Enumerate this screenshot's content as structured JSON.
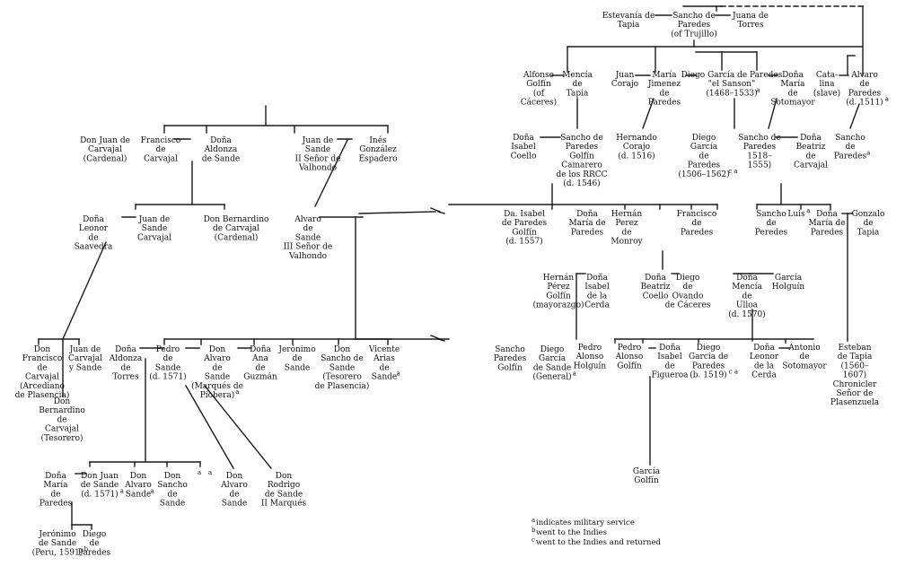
{
  "marker_legend": {
    "a": "indicates military service",
    "b": "went to the Indies",
    "c": "went to the Indies and returned"
  },
  "people": {
    "estevania": {
      "lines": [
        "Estevanía de",
        "Tapia"
      ]
    },
    "sancho_trujillo": {
      "lines": [
        "Sancho de",
        "Paredes",
        "(of Trujillo)"
      ]
    },
    "juana_torres": {
      "lines": [
        "Juana de",
        "Torres"
      ]
    },
    "alfonso_golfin": {
      "lines": [
        "Alfonso",
        "Golfín",
        "(of",
        "Cáceres)"
      ]
    },
    "mencia_tapia": {
      "lines": [
        "Mencía",
        "de",
        "Tapia"
      ]
    },
    "juan_corajo": {
      "lines": [
        "Juan",
        "Corajo"
      ]
    },
    "maria_jimenez": {
      "lines": [
        "María",
        "Jimenez",
        "de",
        "Paredes"
      ]
    },
    "diego_sanson": {
      "lines": [
        "Diego García de Paredes",
        "\"el Sanson\"",
        "(1468–1533)"
      ],
      "marker": "a"
    },
    "maria_sotomayor": {
      "lines": [
        "Doña",
        "María",
        "de",
        "Sotomayor"
      ]
    },
    "catalina": {
      "lines": [
        "Cata-",
        "lina",
        "(slave)"
      ]
    },
    "alvaro_paredes": {
      "lines": [
        "Alvaro",
        "de",
        "Paredes",
        "(d. 1511)"
      ],
      "marker": "a"
    },
    "isabel_coello": {
      "lines": [
        "Doña",
        "Isabel",
        "Coello"
      ]
    },
    "sancho_camarero": {
      "lines": [
        "Sancho de",
        "Paredes",
        "Golfín",
        "Camarero",
        "de los RRCC",
        "(d. 1546)"
      ]
    },
    "hernando_corajo": {
      "lines": [
        "Hernando",
        "Corajo",
        "(d. 1516)"
      ]
    },
    "diego_garcia_jr": {
      "lines": [
        "Diego",
        "García",
        "de",
        "Paredes",
        "(1506–1562)"
      ],
      "marker": "c a"
    },
    "sancho_1518": {
      "lines": [
        "Sancho de",
        "Paredes",
        "1518–",
        "1555)"
      ]
    },
    "beatriz_carvajal": {
      "lines": [
        "Doña",
        "Beatriz",
        "de",
        "Carvajal"
      ]
    },
    "sancho_paredes_a": {
      "lines": [
        "Sancho",
        "de",
        "Paredes"
      ],
      "marker": "a"
    },
    "isabel_golfin": {
      "lines": [
        "Da. Isabel",
        "de Paredes",
        "Golfín",
        "(d. 1557)"
      ]
    },
    "maria_paredes_1": {
      "lines": [
        "Doña",
        "María de",
        "Paredes"
      ]
    },
    "hernan_monroy": {
      "lines": [
        "Hernán",
        "Perez",
        "de",
        "Monroy"
      ]
    },
    "francisco_paredes": {
      "lines": [
        "Francisco",
        "de",
        "Paredes"
      ]
    },
    "sancho_peredes": {
      "lines": [
        "Sancho",
        "de",
        "Peredes"
      ]
    },
    "luis": {
      "lines": [
        "Luis"
      ],
      "marker": "a"
    },
    "maria_paredes_2": {
      "lines": [
        "Doña",
        "María de",
        "Paredes"
      ]
    },
    "gonzalo_tapia": {
      "lines": [
        "Gonzalo",
        "de",
        "Tapia"
      ]
    },
    "hernan_perez_golfin": {
      "lines": [
        "Hernán",
        "Pérez",
        "Golfín",
        "(mayorazgo)"
      ]
    },
    "isabel_cerda": {
      "lines": [
        "Doña",
        "Isabel",
        "de la",
        "Cerda"
      ]
    },
    "beatriz_coello": {
      "lines": [
        "Doña",
        "Beatriz",
        "Coello"
      ]
    },
    "diego_ovando": {
      "lines": [
        "Diego",
        "de",
        "Ovando",
        "de Cáceres"
      ]
    },
    "mencia_ulloa": {
      "lines": [
        "Doña",
        "Mencía",
        "de",
        "Ulloa",
        "(d. 1570)"
      ]
    },
    "garcia_holguin": {
      "lines": [
        "García",
        "Holguín"
      ]
    },
    "pedro_holguin": {
      "lines": [
        "Pedro",
        "Alonso",
        "Holguín"
      ]
    },
    "pedro_golfin": {
      "lines": [
        "Pedro",
        "Alonso",
        "Golfín"
      ]
    },
    "isabel_figueroa": {
      "lines": [
        "Doña",
        "Isabel",
        "de",
        "Figueroa"
      ]
    },
    "diego_1519": {
      "lines": [
        "Diego",
        "Garcia de",
        "Paredes",
        "(b. 1519)"
      ],
      "marker": "c a"
    },
    "leonor_cerda": {
      "lines": [
        "Doña",
        "Leonor",
        "de la",
        "Cerda"
      ]
    },
    "antonio_sotomayor": {
      "lines": [
        "Antonio",
        "de",
        "Sotomayor"
      ]
    },
    "esteban_tapia": {
      "lines": [
        "Esteban",
        "de Tapia",
        "(1560–",
        "1607)",
        "Chronicler",
        "Señor de",
        "Plasenzuela"
      ]
    },
    "garcia_golfin": {
      "lines": [
        "García",
        "Golfín"
      ]
    },
    "juan_carvajal_card": {
      "lines": [
        "Don Juan de",
        "Carvajal",
        "(Cardenal)"
      ]
    },
    "francisco_carvajal": {
      "lines": [
        "Francisco",
        "de",
        "Carvajal"
      ]
    },
    "aldonza_sande": {
      "lines": [
        "Doña",
        "Aldonza",
        "de Sande"
      ]
    },
    "juan_sande_ii": {
      "lines": [
        "Juan de",
        "Sande",
        "II Señor de",
        "Valhondo"
      ]
    },
    "ines_gonzalez": {
      "lines": [
        "Inés",
        "González",
        "Espadero"
      ]
    },
    "leonor_saavedra": {
      "lines": [
        "Doña",
        "Leonor",
        "de",
        "Saavedra"
      ]
    },
    "juan_sande_carvajal": {
      "lines": [
        "Juan de",
        "Sande",
        "Carvajal"
      ]
    },
    "bernardino_cardenal": {
      "lines": [
        "Don Bernardino",
        "de Carvajal",
        "(Cardenal)"
      ]
    },
    "alvaro_sande_iii": {
      "lines": [
        "Alvaro",
        "de",
        "Sande",
        "III Señor de",
        "Valhondo"
      ]
    },
    "francisco_carvajal_arc": {
      "lines": [
        "Don",
        "Francisco",
        "de",
        "Carvajal",
        "(Arcediano",
        "de Plasencia)"
      ]
    },
    "juan_carvajal_sande": {
      "lines": [
        "Juan de",
        "Carvajal",
        "y Sande"
      ]
    },
    "bernardino_tesorero": {
      "lines": [
        "Don",
        "Bernardino",
        "de",
        "Carvajal",
        "(Tesorero)"
      ]
    },
    "aldonza_torres": {
      "lines": [
        "Doña",
        "Aldonza",
        "de",
        "Torres"
      ]
    },
    "pedro_sande": {
      "lines": [
        "Pedro",
        "de",
        "Sande",
        "(d. 1571)"
      ]
    },
    "alvaro_piobera": {
      "lines": [
        "Don",
        "Alvaro",
        "de",
        "Sande",
        "(Marqués de",
        "Piobera)"
      ],
      "marker": "a"
    },
    "ana_guzman": {
      "lines": [
        "Doña",
        "Ana",
        "de",
        "Guzmán"
      ]
    },
    "jeronimo_sande": {
      "lines": [
        "Jerónimo",
        "de",
        "Sande"
      ]
    },
    "sancho_tesorero": {
      "lines": [
        "Don",
        "Sancho de",
        "Sande",
        "(Tesorero",
        "de Plasencia)"
      ]
    },
    "vicente_arias": {
      "lines": [
        "Vicente",
        "Arias",
        "de",
        "Sande"
      ],
      "marker": "a"
    },
    "sancho_paredes_golfin": {
      "lines": [
        "Sancho",
        "Paredes",
        "Golfín"
      ]
    },
    "diego_general": {
      "lines": [
        "Diego",
        "García",
        "de Sande",
        "(General)"
      ],
      "marker": "a"
    },
    "maria_paredes_3": {
      "lines": [
        "Doña",
        "María",
        "de",
        "Paredes"
      ]
    },
    "juan_sande_1571": {
      "lines": [
        "Don Juan",
        "de Sande",
        "(d. 1571)"
      ],
      "marker": "a"
    },
    "alvaro_sande_c1": {
      "lines": [
        "Don",
        "Alvaro",
        "Sande"
      ],
      "marker": "a"
    },
    "sancho_sande_c": {
      "lines": [
        "Don",
        "Sancho",
        "de",
        "Sande"
      ]
    },
    "alvaro_sande_c2": {
      "lines": [
        "Don",
        "Alvaro",
        "de",
        "Sande"
      ]
    },
    "rodrigo_ii": {
      "lines": [
        "Don",
        "Rodrigo",
        "de Sande",
        "II Marqués"
      ]
    },
    "jeronimo_peru": {
      "lines": [
        "Jerónimo",
        "de Sande",
        "(Peru, 1591)"
      ],
      "marker": "b"
    },
    "diego_paredes_c": {
      "lines": [
        "Diego",
        "de",
        "Paredes"
      ]
    },
    "unnamed_a1": {
      "lines": [
        ""
      ],
      "marker": "a"
    },
    "unnamed_a2": {
      "lines": [
        ""
      ],
      "marker": "a"
    }
  }
}
